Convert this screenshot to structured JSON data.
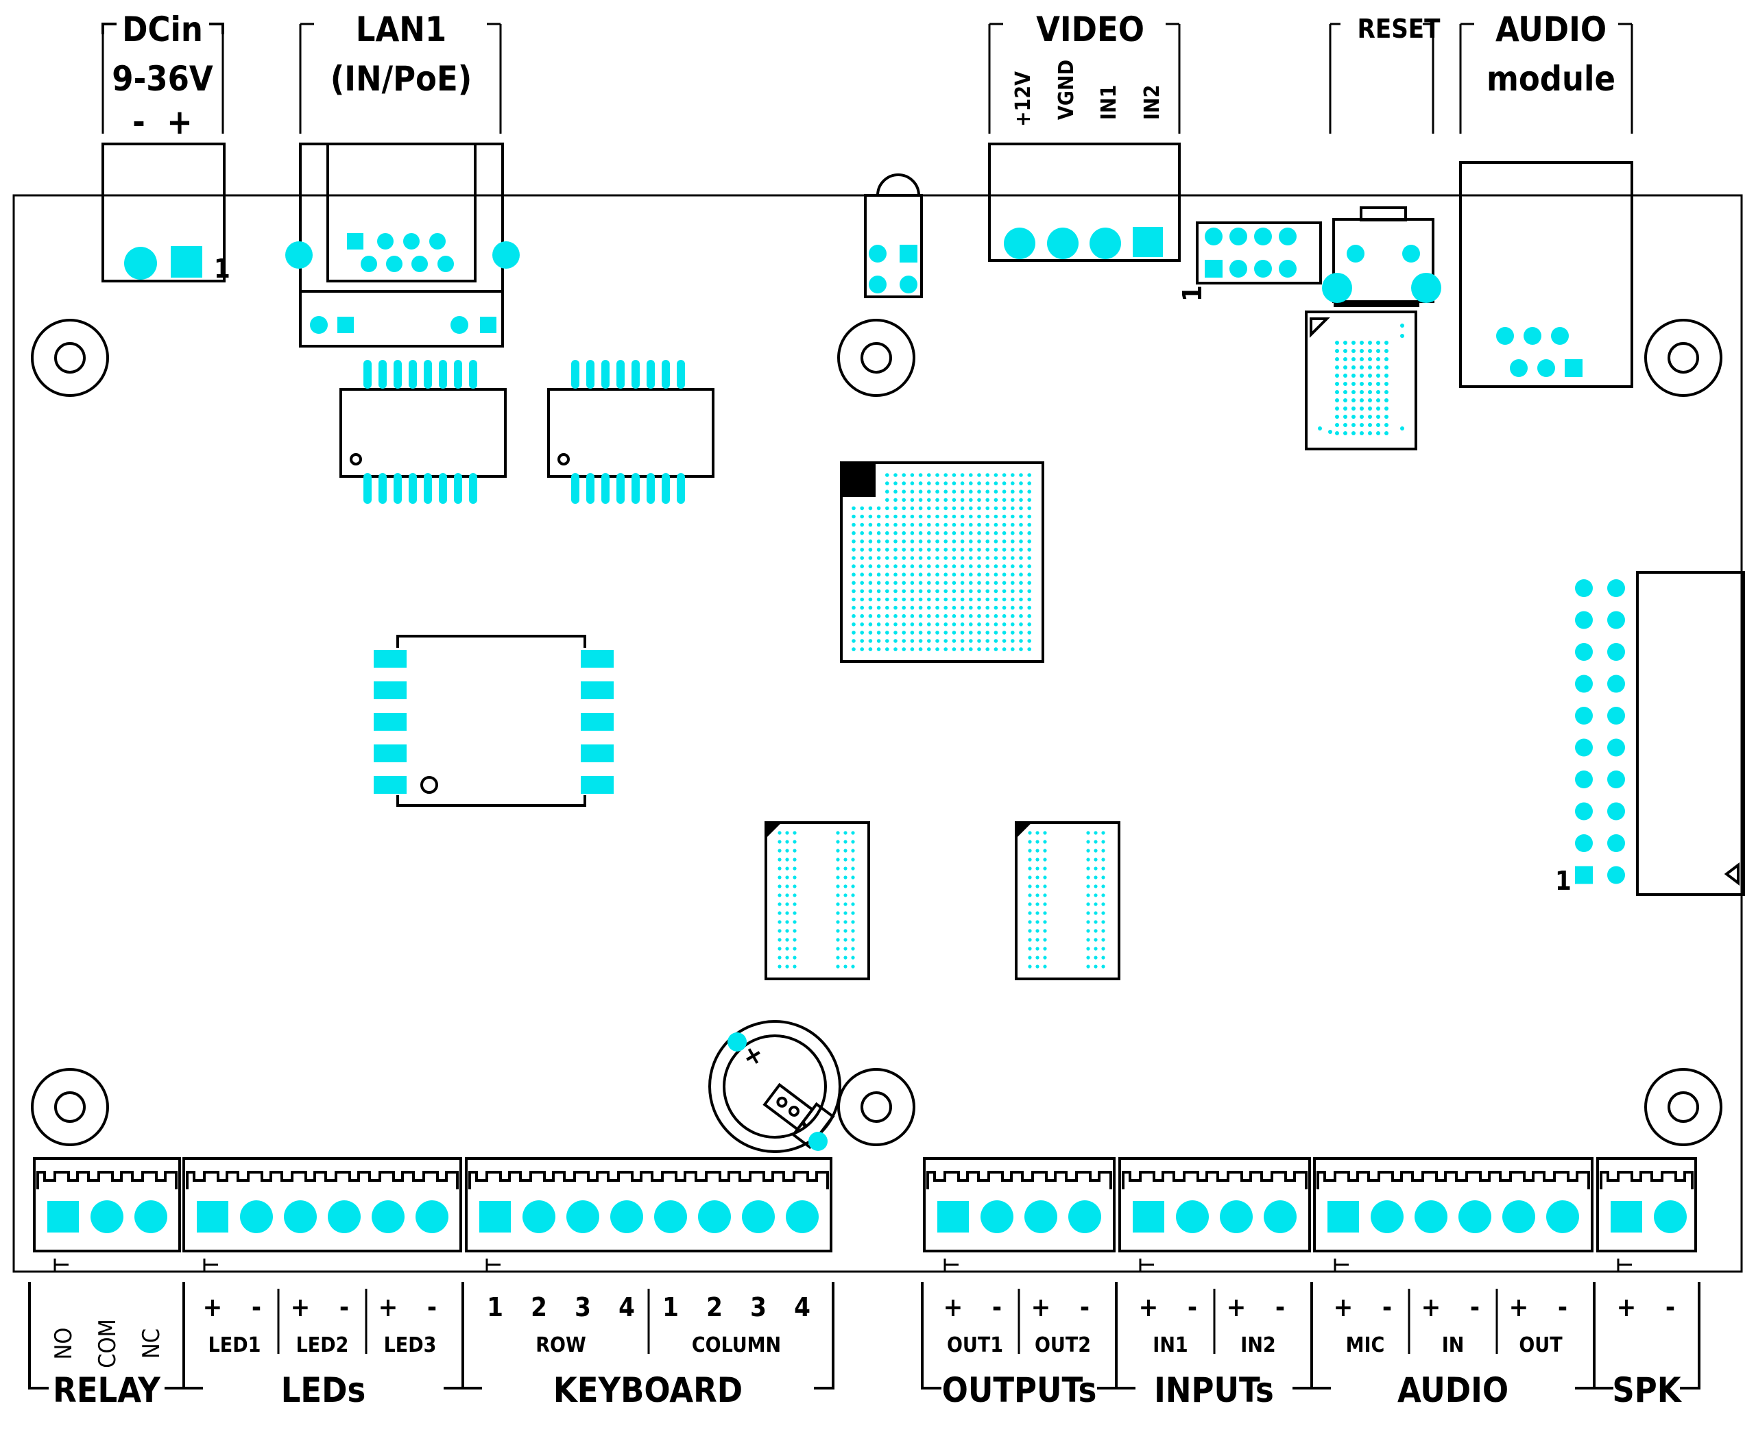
{
  "colors": {
    "pad": "#00e5ee",
    "line": "#000000",
    "background": "#ffffff"
  },
  "top_labels": {
    "dcin": [
      "DCin",
      "9-36V",
      "-  +"
    ],
    "lan1": [
      "LAN1",
      "(IN/PoE)"
    ],
    "video": "VIDEO",
    "video_pins": [
      "+12V",
      "VGND",
      "IN1",
      "IN2"
    ],
    "reset": "RESET",
    "audio_module": [
      "AUDIO",
      "module"
    ]
  },
  "pin1_marker": "1",
  "bottom_sections": [
    {
      "title": "RELAY",
      "subs": [
        {
          "pins": [
            "NO",
            "COM",
            "NC"
          ],
          "label": ""
        }
      ]
    },
    {
      "title": "LEDs",
      "subs": [
        {
          "pins": [
            "+",
            "-"
          ],
          "label": "LED1"
        },
        {
          "pins": [
            "+",
            "-"
          ],
          "label": "LED2"
        },
        {
          "pins": [
            "+",
            "-"
          ],
          "label": "LED3"
        }
      ]
    },
    {
      "title": "KEYBOARD",
      "subs": [
        {
          "pins": [
            "1",
            "2",
            "3",
            "4"
          ],
          "label": "ROW"
        },
        {
          "pins": [
            "1",
            "2",
            "3",
            "4"
          ],
          "label": "COLUMN"
        }
      ]
    },
    {
      "title": "OUTPUTs",
      "subs": [
        {
          "pins": [
            "+",
            "-"
          ],
          "label": "OUT1"
        },
        {
          "pins": [
            "+",
            "-"
          ],
          "label": "OUT2"
        }
      ]
    },
    {
      "title": "INPUTs",
      "subs": [
        {
          "pins": [
            "+",
            "-"
          ],
          "label": "IN1"
        },
        {
          "pins": [
            "+",
            "-"
          ],
          "label": "IN2"
        }
      ]
    },
    {
      "title": "AUDIO",
      "subs": [
        {
          "pins": [
            "+",
            "-"
          ],
          "label": "MIC"
        },
        {
          "pins": [
            "+",
            "-"
          ],
          "label": "IN"
        },
        {
          "pins": [
            "+",
            "-"
          ],
          "label": "OUT"
        }
      ]
    },
    {
      "title": "SPK",
      "subs": [
        {
          "pins": [
            "+",
            "-"
          ],
          "label": ""
        }
      ]
    }
  ],
  "battery_polarity": [
    "+",
    "-"
  ]
}
